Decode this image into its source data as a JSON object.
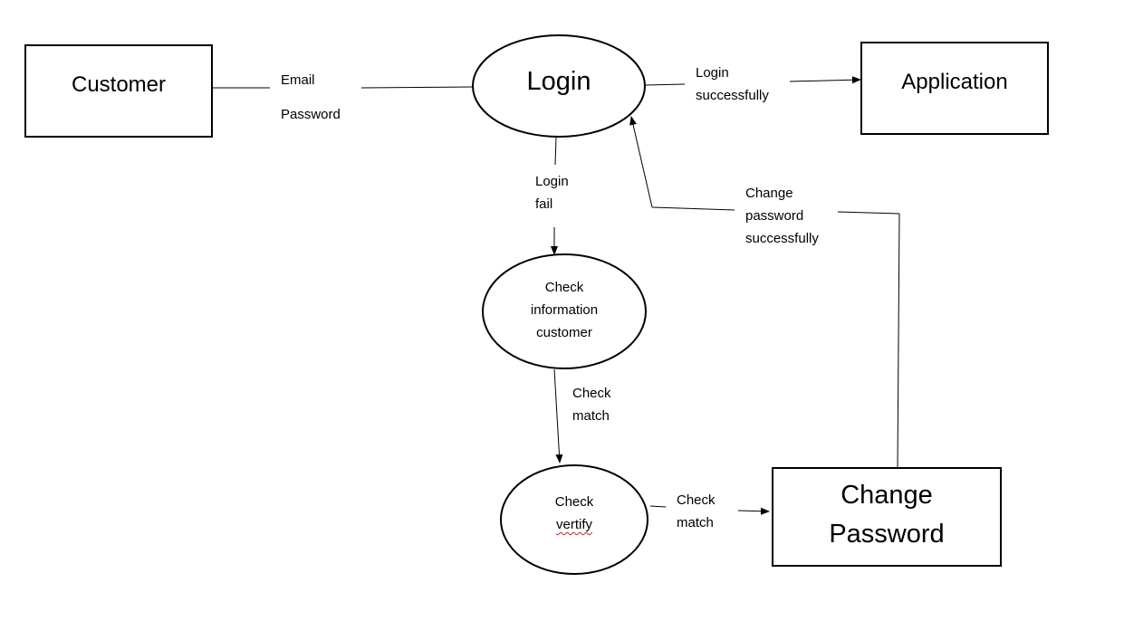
{
  "nodes": {
    "customer": {
      "label": "Customer"
    },
    "login": {
      "label": "Login"
    },
    "application": {
      "label": "Application"
    },
    "check_info": {
      "lines": [
        "Check",
        "information",
        "customer"
      ]
    },
    "check_verify": {
      "lines": [
        "Check",
        "vertify"
      ]
    },
    "change_password": {
      "lines": [
        "Change",
        "Password"
      ]
    }
  },
  "edges": {
    "customer_login": {
      "lines": [
        "Email",
        "Password"
      ]
    },
    "login_application": {
      "lines": [
        "Login",
        "successfully"
      ]
    },
    "login_checkinfo": {
      "lines": [
        "Login",
        "fail"
      ]
    },
    "checkinfo_verify": {
      "lines": [
        "Check",
        "match"
      ]
    },
    "verify_change": {
      "lines": [
        "Check",
        "match"
      ]
    },
    "change_login": {
      "lines": [
        "Change",
        "password",
        "successfully"
      ]
    }
  }
}
